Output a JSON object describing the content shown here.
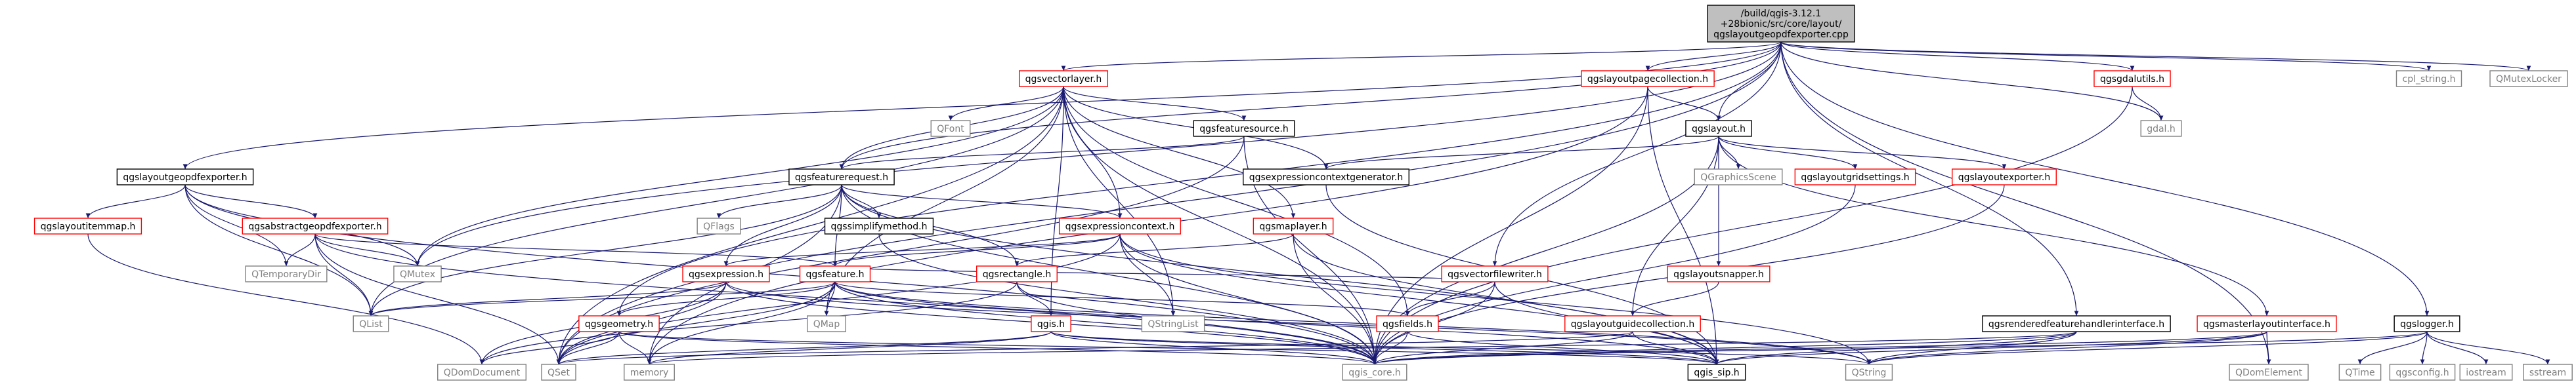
{
  "diagram": {
    "colors": {
      "edge": "#191970",
      "root_fill": "#bfbfbf",
      "root_stroke": "#000000",
      "linked_stroke": "#ff0000",
      "plain_stroke": "#000000",
      "plain_text": "#808080",
      "text": "#000000"
    },
    "nodes": [
      {
        "id": "root",
        "label": "/build/qgis-3.12.1+28bionic/src/core/layout/qgslayoutgeopdfexporter.cpp",
        "style": "root"
      },
      {
        "id": "qgslayoutgeopdfexporter_h",
        "label": "qgslayoutgeopdfexporter.h",
        "style": "plain"
      },
      {
        "id": "qgsvectorlayer_h",
        "label": "qgsvectorlayer.h",
        "style": "linked"
      },
      {
        "id": "qgslayoutpagecollection_h",
        "label": "qgslayoutpagecollection.h",
        "style": "linked"
      },
      {
        "id": "qgsgdalutils_h",
        "label": "qgsgdalutils.h",
        "style": "linked"
      },
      {
        "id": "cpl_string_h",
        "label": "cpl_string.h",
        "style": "external"
      },
      {
        "id": "QMutexLocker",
        "label": "QMutexLocker",
        "style": "external"
      },
      {
        "id": "qgslayoutitemmap_h",
        "label": "qgslayoutitemmap.h",
        "style": "linked"
      },
      {
        "id": "qgsabstractgeopdfexporter_h",
        "label": "qgsabstractgeopdfexporter.h",
        "style": "linked"
      },
      {
        "id": "QTemporaryDir",
        "label": "QTemporaryDir",
        "style": "external"
      },
      {
        "id": "QMutex",
        "label": "QMutex",
        "style": "external"
      },
      {
        "id": "QFont",
        "label": "QFont",
        "style": "external"
      },
      {
        "id": "qgsfeaturesource_h",
        "label": "qgsfeaturesource.h",
        "style": "plain"
      },
      {
        "id": "qgsfeaturerequest_h",
        "label": "qgsfeaturerequest.h",
        "style": "plain"
      },
      {
        "id": "qgsexpressioncontextgenerator_h",
        "label": "qgsexpressioncontextgenerator.h",
        "style": "plain"
      },
      {
        "id": "qgsmaplayer_h",
        "label": "qgsmaplayer.h",
        "style": "linked"
      },
      {
        "id": "qgslayout_h",
        "label": "qgslayout.h",
        "style": "plain"
      },
      {
        "id": "QGraphicsScene",
        "label": "QGraphicsScene",
        "style": "external"
      },
      {
        "id": "qgslayoutgridsettings_h",
        "label": "qgslayoutgridsettings.h",
        "style": "linked"
      },
      {
        "id": "qgslayoutexporter_h",
        "label": "qgslayoutexporter.h",
        "style": "linked"
      },
      {
        "id": "gdal_h",
        "label": "gdal.h",
        "style": "external"
      },
      {
        "id": "QFlags",
        "label": "QFlags",
        "style": "external"
      },
      {
        "id": "qgssimplifymethod_h",
        "label": "qgssimplifymethod.h",
        "style": "plain"
      },
      {
        "id": "qgsexpressioncontext_h",
        "label": "qgsexpressioncontext.h",
        "style": "linked"
      },
      {
        "id": "qgsexpression_h",
        "label": "qgsexpression.h",
        "style": "linked"
      },
      {
        "id": "qgsfeature_h",
        "label": "qgsfeature.h",
        "style": "linked"
      },
      {
        "id": "qgsrectangle_h",
        "label": "qgsrectangle.h",
        "style": "linked"
      },
      {
        "id": "qgsvectorfilewriter_h",
        "label": "qgsvectorfilewriter.h",
        "style": "linked"
      },
      {
        "id": "qgslayoutsnapper_h",
        "label": "qgslayoutsnapper.h",
        "style": "linked"
      },
      {
        "id": "qgsrenderedfeaturehandlerinterface_h",
        "label": "qgsrenderedfeaturehandlerinterface.h",
        "style": "plain"
      },
      {
        "id": "qgsmasterlayoutinterface_h",
        "label": "qgsmasterlayoutinterface.h",
        "style": "linked"
      },
      {
        "id": "qgslogger_h",
        "label": "qgslogger.h",
        "style": "plain"
      },
      {
        "id": "QList",
        "label": "QList",
        "style": "external"
      },
      {
        "id": "QMap",
        "label": "QMap",
        "style": "external"
      },
      {
        "id": "QStringList",
        "label": "QStringList",
        "style": "external"
      },
      {
        "id": "qgsgeometry_h",
        "label": "qgsgeometry.h",
        "style": "linked"
      },
      {
        "id": "qgis_h",
        "label": "qgis.h",
        "style": "linked"
      },
      {
        "id": "qgsfields_h",
        "label": "qgsfields.h",
        "style": "linked"
      },
      {
        "id": "qgslayoutguidecollection_h",
        "label": "qgslayoutguidecollection.h",
        "style": "linked"
      },
      {
        "id": "QDomDocument",
        "label": "QDomDocument",
        "style": "external"
      },
      {
        "id": "QSet",
        "label": "QSet",
        "style": "external"
      },
      {
        "id": "memory",
        "label": "memory",
        "style": "external"
      },
      {
        "id": "qgis_core_h",
        "label": "qgis_core.h",
        "style": "external"
      },
      {
        "id": "qgis_sip_h",
        "label": "qgis_sip.h",
        "style": "plain"
      },
      {
        "id": "QString",
        "label": "QString",
        "style": "external"
      },
      {
        "id": "QDomElement",
        "label": "QDomElement",
        "style": "external"
      },
      {
        "id": "QTime",
        "label": "QTime",
        "style": "external"
      },
      {
        "id": "qgsconfig_h",
        "label": "qgsconfig.h",
        "style": "external"
      },
      {
        "id": "iostream",
        "label": "iostream",
        "style": "external"
      },
      {
        "id": "sstream",
        "label": "sstream",
        "style": "external"
      }
    ],
    "edges": [
      [
        "root",
        "qgslayoutgeopdfexporter_h"
      ],
      [
        "root",
        "qgsvectorlayer_h"
      ],
      [
        "root",
        "qgslayoutpagecollection_h"
      ],
      [
        "root",
        "qgsgdalutils_h"
      ],
      [
        "root",
        "cpl_string_h"
      ],
      [
        "root",
        "QMutexLocker"
      ],
      [
        "root",
        "qgslayout_h"
      ],
      [
        "root",
        "qgsfeaturerequest_h"
      ],
      [
        "root",
        "qgsvectorfilewriter_h"
      ],
      [
        "root",
        "qgsgeometry_h"
      ],
      [
        "root",
        "qgsrenderedfeaturehandlerinterface_h"
      ],
      [
        "root",
        "qgslogger_h"
      ],
      [
        "root",
        "gdal_h"
      ],
      [
        "root",
        "QMutex"
      ],
      [
        "root",
        "QSet"
      ],
      [
        "root",
        "QDomElement"
      ],
      [
        "qgslayoutgeopdfexporter_h",
        "qgslayoutitemmap_h"
      ],
      [
        "qgslayoutgeopdfexporter_h",
        "qgsabstractgeopdfexporter_h"
      ],
      [
        "qgslayoutgeopdfexporter_h",
        "QTemporaryDir"
      ],
      [
        "qgslayoutgeopdfexporter_h",
        "QMutex"
      ],
      [
        "qgslayoutgeopdfexporter_h",
        "QList"
      ],
      [
        "qgslayoutgeopdfexporter_h",
        "qgis_core_h"
      ],
      [
        "qgslayoutitemmap_h",
        "QDomDocument"
      ],
      [
        "qgsabstractgeopdfexporter_h",
        "QTemporaryDir"
      ],
      [
        "qgsabstractgeopdfexporter_h",
        "QMutex"
      ],
      [
        "qgsabstractgeopdfexporter_h",
        "qgsfeature_h"
      ],
      [
        "qgsabstractgeopdfexporter_h",
        "QList"
      ],
      [
        "qgsabstractgeopdfexporter_h",
        "qgis_core_h"
      ],
      [
        "qgsabstractgeopdfexporter_h",
        "QSet"
      ],
      [
        "qgsvectorlayer_h",
        "QMutex"
      ],
      [
        "qgsvectorlayer_h",
        "QFont"
      ],
      [
        "qgsvectorlayer_h",
        "qgsfeaturesource_h"
      ],
      [
        "qgsvectorlayer_h",
        "qgsfeaturerequest_h"
      ],
      [
        "qgsvectorlayer_h",
        "qgsexpressioncontextgenerator_h"
      ],
      [
        "qgsvectorlayer_h",
        "qgsmaplayer_h"
      ],
      [
        "qgsvectorlayer_h",
        "qgsexpressioncontext_h"
      ],
      [
        "qgsvectorlayer_h",
        "qgsfields_h"
      ],
      [
        "qgsvectorlayer_h",
        "qgis_h"
      ],
      [
        "qgsvectorlayer_h",
        "QStringList"
      ],
      [
        "qgsvectorlayer_h",
        "QList"
      ],
      [
        "qgsvectorlayer_h",
        "QSet"
      ],
      [
        "qgsvectorlayer_h",
        "qgis_core_h"
      ],
      [
        "qgsvectorlayer_h",
        "QMap"
      ],
      [
        "qgsfeaturesource_h",
        "qgsfeaturerequest_h"
      ],
      [
        "qgsfeaturesource_h",
        "qgis_core_h"
      ],
      [
        "qgsfeaturesource_h",
        "QSet"
      ],
      [
        "qgsfeaturerequest_h",
        "QFlags"
      ],
      [
        "qgsfeaturerequest_h",
        "qgssimplifymethod_h"
      ],
      [
        "qgsfeaturerequest_h",
        "qgsexpressioncontext_h"
      ],
      [
        "qgsfeaturerequest_h",
        "qgsfeature_h"
      ],
      [
        "qgsfeaturerequest_h",
        "qgsrectangle_h"
      ],
      [
        "qgsfeaturerequest_h",
        "qgsexpression_h"
      ],
      [
        "qgsfeaturerequest_h",
        "QList"
      ],
      [
        "qgsfeaturerequest_h",
        "memory"
      ],
      [
        "qgsfeaturerequest_h",
        "qgis_core_h"
      ],
      [
        "qgsfeaturerequest_h",
        "qgis_sip_h"
      ],
      [
        "qgssimplifymethod_h",
        "qgis_core_h"
      ],
      [
        "qgsexpressioncontext_h",
        "qgsexpression_h"
      ],
      [
        "qgsexpressioncontext_h",
        "qgsfeature_h"
      ],
      [
        "qgsexpressioncontext_h",
        "QStringList"
      ],
      [
        "qgsexpressioncontext_h",
        "QString"
      ],
      [
        "qgsexpressioncontext_h",
        "QSet"
      ],
      [
        "qgsexpressioncontext_h",
        "qgis_core_h"
      ],
      [
        "qgsexpressioncontext_h",
        "qgis_sip_h"
      ],
      [
        "qgsexpression_h",
        "QList"
      ],
      [
        "qgsexpression_h",
        "QDomDocument"
      ],
      [
        "qgsexpression_h",
        "qgis_core_h"
      ],
      [
        "qgsexpression_h",
        "QSet"
      ],
      [
        "qgsexpression_h",
        "QString"
      ],
      [
        "qgsfeature_h",
        "QMap"
      ],
      [
        "qgsfeature_h",
        "qgsgeometry_h"
      ],
      [
        "qgsfeature_h",
        "qgsfields_h"
      ],
      [
        "qgsfeature_h",
        "qgis_core_h"
      ],
      [
        "qgsfeature_h",
        "QList"
      ],
      [
        "qgsfeature_h",
        "QSet"
      ],
      [
        "qgsfeature_h",
        "memory"
      ],
      [
        "qgsfeature_h",
        "qgis_sip_h"
      ],
      [
        "qgsfeature_h",
        "QString"
      ],
      [
        "qgsrectangle_h",
        "qgis_h"
      ],
      [
        "qgsrectangle_h",
        "qgis_core_h"
      ],
      [
        "qgsrectangle_h",
        "QDomDocument"
      ],
      [
        "qgsmaplayer_h",
        "qgsrectangle_h"
      ],
      [
        "qgsmaplayer_h",
        "qgis_core_h"
      ],
      [
        "qgsmaplayer_h",
        "qgis_sip_h"
      ],
      [
        "qgsgeometry_h",
        "QSet"
      ],
      [
        "qgsgeometry_h",
        "memory"
      ],
      [
        "qgsgeometry_h",
        "qgis_core_h"
      ],
      [
        "qgsgeometry_h",
        "qgis_sip_h"
      ],
      [
        "qgsgeometry_h",
        "QDomDocument"
      ],
      [
        "qgis_h",
        "qgis_core_h"
      ],
      [
        "qgis_h",
        "qgis_sip_h"
      ],
      [
        "qgis_h",
        "QString"
      ],
      [
        "qgis_h",
        "QSet"
      ],
      [
        "qgis_h",
        "memory"
      ],
      [
        "qgsfields_h",
        "qgis_core_h"
      ],
      [
        "qgsfields_h",
        "qgis_sip_h"
      ],
      [
        "qgslayoutpagecollection_h",
        "qgslayout_h"
      ],
      [
        "qgslayoutpagecollection_h",
        "qgis_core_h"
      ],
      [
        "qgslayoutpagecollection_h",
        "qgis_sip_h"
      ],
      [
        "qgslayoutpagecollection_h",
        "memory"
      ],
      [
        "qgslayout_h",
        "QGraphicsScene"
      ],
      [
        "qgslayout_h",
        "qgslayoutgridsettings_h"
      ],
      [
        "qgslayout_h",
        "qgslayoutexporter_h"
      ],
      [
        "qgslayout_h",
        "qgsmasterlayoutinterface_h"
      ],
      [
        "qgslayout_h",
        "qgslayoutsnapper_h"
      ],
      [
        "qgslayout_h",
        "qgslayoutguidecollection_h"
      ],
      [
        "qgslayout_h",
        "qgsexpressioncontextgenerator_h"
      ],
      [
        "qgslayout_h",
        "qgis_core_h"
      ],
      [
        "qgslayoutgridsettings_h",
        "qgis_core_h"
      ],
      [
        "qgslayoutexporter_h",
        "qgis_core_h"
      ],
      [
        "qgslayoutsnapper_h",
        "qgslayoutguidecollection_h"
      ],
      [
        "qgslayoutguidecollection_h",
        "qgis_core_h"
      ],
      [
        "qgslayoutguidecollection_h",
        "qgis_sip_h"
      ],
      [
        "qgslayoutguidecollection_h",
        "QSet"
      ],
      [
        "qgsmasterlayoutinterface_h",
        "qgis_core_h"
      ],
      [
        "qgsmasterlayoutinterface_h",
        "qgis_sip_h"
      ],
      [
        "qgsmasterlayoutinterface_h",
        "QDomElement"
      ],
      [
        "qgsmasterlayoutinterface_h",
        "QString"
      ],
      [
        "qgsgdalutils_h",
        "gdal_h"
      ],
      [
        "qgsgdalutils_h",
        "qgis_core_h"
      ],
      [
        "qgsvectorfilewriter_h",
        "qgsfields_h"
      ],
      [
        "qgsvectorfilewriter_h",
        "qgis_core_h"
      ],
      [
        "qgsvectorfilewriter_h",
        "qgis_sip_h"
      ],
      [
        "qgsvectorfilewriter_h",
        "qgsfeature_h"
      ],
      [
        "qgsrenderedfeaturehandlerinterface_h",
        "qgis_core_h"
      ],
      [
        "qgsrenderedfeaturehandlerinterface_h",
        "qgis_sip_h"
      ],
      [
        "qgsrenderedfeaturehandlerinterface_h",
        "QString"
      ],
      [
        "qgsrenderedfeaturehandlerinterface_h",
        "memory"
      ],
      [
        "qgslogger_h",
        "QString"
      ],
      [
        "qgslogger_h",
        "QTime"
      ],
      [
        "qgslogger_h",
        "qgsconfig_h"
      ],
      [
        "qgslogger_h",
        "iostream"
      ],
      [
        "qgslogger_h",
        "sstream"
      ],
      [
        "qgslogger_h",
        "qgis_core_h"
      ],
      [
        "qgsexpressioncontextgenerator_h",
        "qgis_sip_h"
      ]
    ]
  }
}
